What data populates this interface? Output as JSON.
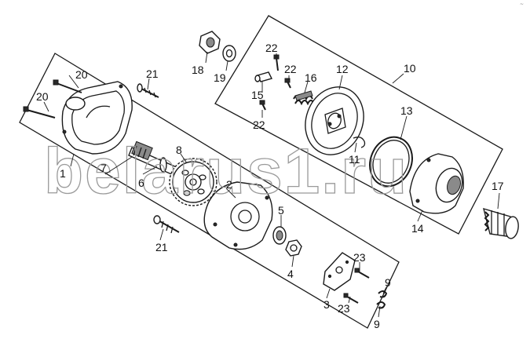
{
  "watermark": "belarus1.ru",
  "corner_mark": "~",
  "callouts": {
    "c1": "1",
    "c2": "2",
    "c3": "3",
    "c4": "4",
    "c5": "5",
    "c6": "6",
    "c7": "7",
    "c8": "8",
    "c9a": "9",
    "c9b": "9",
    "c10": "10",
    "c11": "11",
    "c12": "12",
    "c13": "13",
    "c14": "14",
    "c15": "15",
    "c16": "16",
    "c17": "17",
    "c18": "18",
    "c19": "19",
    "c20a": "20",
    "c20b": "20",
    "c21a": "21",
    "c21b": "21",
    "c22a": "22",
    "c22b": "22",
    "c22c": "22",
    "c23a": "23",
    "c23b": "23"
  }
}
